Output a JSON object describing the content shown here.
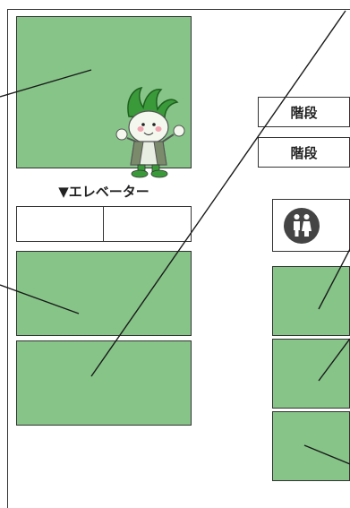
{
  "colors": {
    "room": "#86c488",
    "stroke": "#333333",
    "icon": "#444444"
  },
  "labels": {
    "elevator": "▼エレベーター",
    "stairs_1": "階段",
    "stairs_2": "階段"
  },
  "icons": {
    "restroom": "restroom-icon",
    "mascot": "green-onion-mascot"
  }
}
